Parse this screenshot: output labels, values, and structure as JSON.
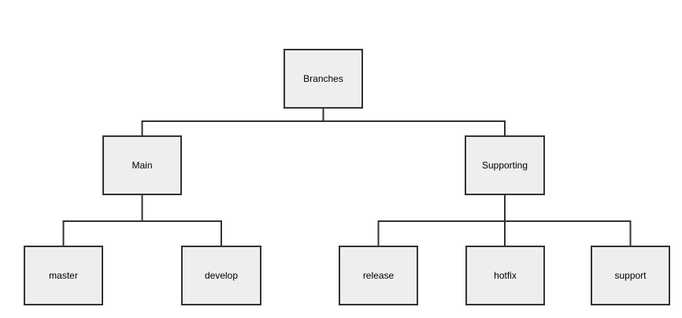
{
  "diagram": {
    "type": "tree",
    "background": "#ffffff",
    "node_style": {
      "fill": "#eeeeee",
      "border_color": "#333333",
      "text_color": "#000000"
    },
    "connector_color": "#333333",
    "nodes": {
      "root": {
        "label": "Branches"
      },
      "main": {
        "label": "Main"
      },
      "supporting": {
        "label": "Supporting"
      },
      "master": {
        "label": "master"
      },
      "develop": {
        "label": "develop"
      },
      "release": {
        "label": "release"
      },
      "hotfix": {
        "label": "hotfix"
      },
      "support": {
        "label": "support"
      }
    },
    "edges": [
      {
        "from": "Branches",
        "to": "Main"
      },
      {
        "from": "Branches",
        "to": "Supporting"
      },
      {
        "from": "Main",
        "to": "master"
      },
      {
        "from": "Main",
        "to": "develop"
      },
      {
        "from": "Supporting",
        "to": "release"
      },
      {
        "from": "Supporting",
        "to": "hotfix"
      },
      {
        "from": "Supporting",
        "to": "support"
      }
    ]
  }
}
